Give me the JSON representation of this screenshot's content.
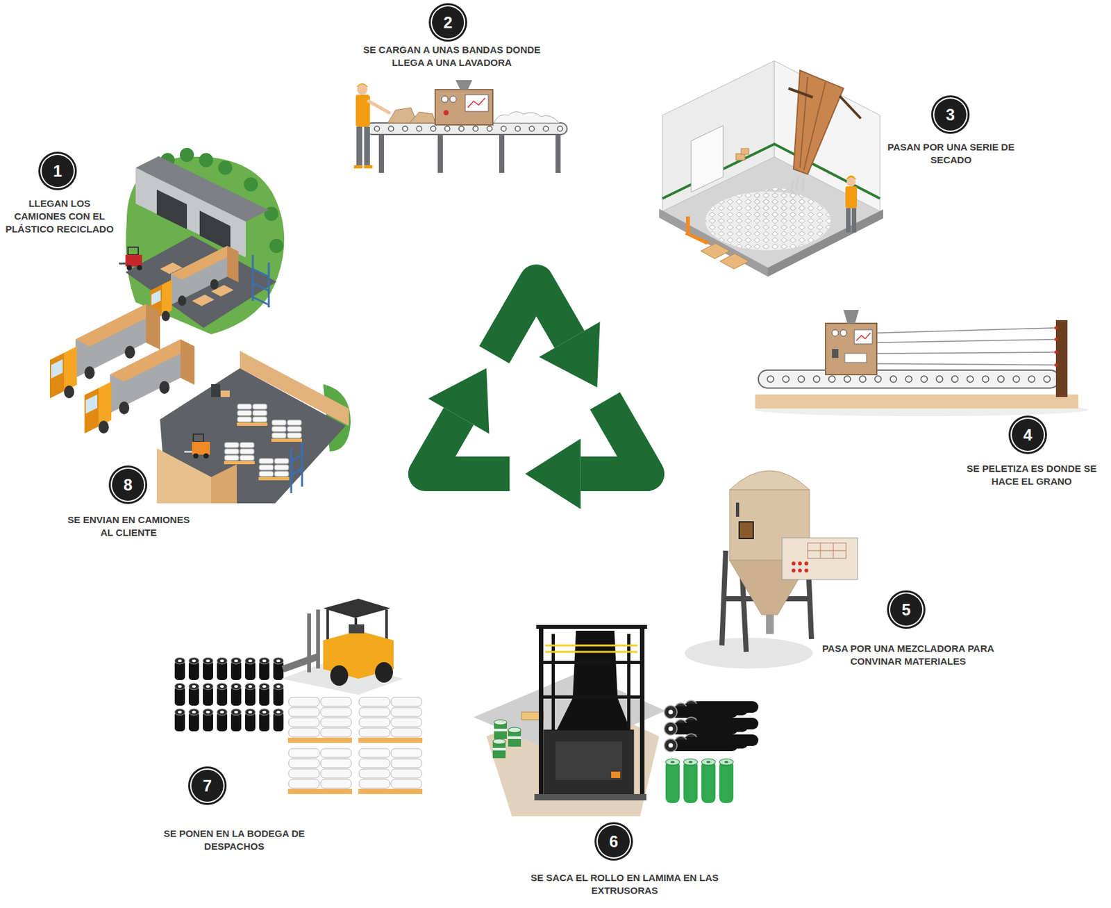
{
  "diagram": {
    "nodes": [
      {
        "text": [
          "1",
          "LLEGAN LOS CAMIONES CON EL PLÁSTICO RECICLADO"
        ]
      },
      {
        "text": [
          "2",
          "SE CARGAN A UNAS BANDAS DONDE LLEGA A UNA LAVADORA"
        ]
      },
      {
        "text": [
          "3",
          "PASAN POR UNA SERIE DE SECADO"
        ]
      },
      {
        "text": [
          "4",
          "SE PELETIZA ES DONDE SE HACE EL GRANO"
        ]
      },
      {
        "text": [
          "5",
          "PASA POR UNA MEZCLADORA PARA CONVINAR MATERIALES"
        ]
      },
      {
        "text": [
          "6",
          "SE SACA EL ROLLO EN LAMIMA EN LAS EXTRUSORAS"
        ]
      },
      {
        "text": [
          "7",
          "SE PONEN EN LA BODEGA DE DESPACHOS"
        ]
      },
      {
        "text": [
          "8",
          "SE ENVIAN EN CAMIONES AL CLIENTE"
        ]
      }
    ]
  }
}
